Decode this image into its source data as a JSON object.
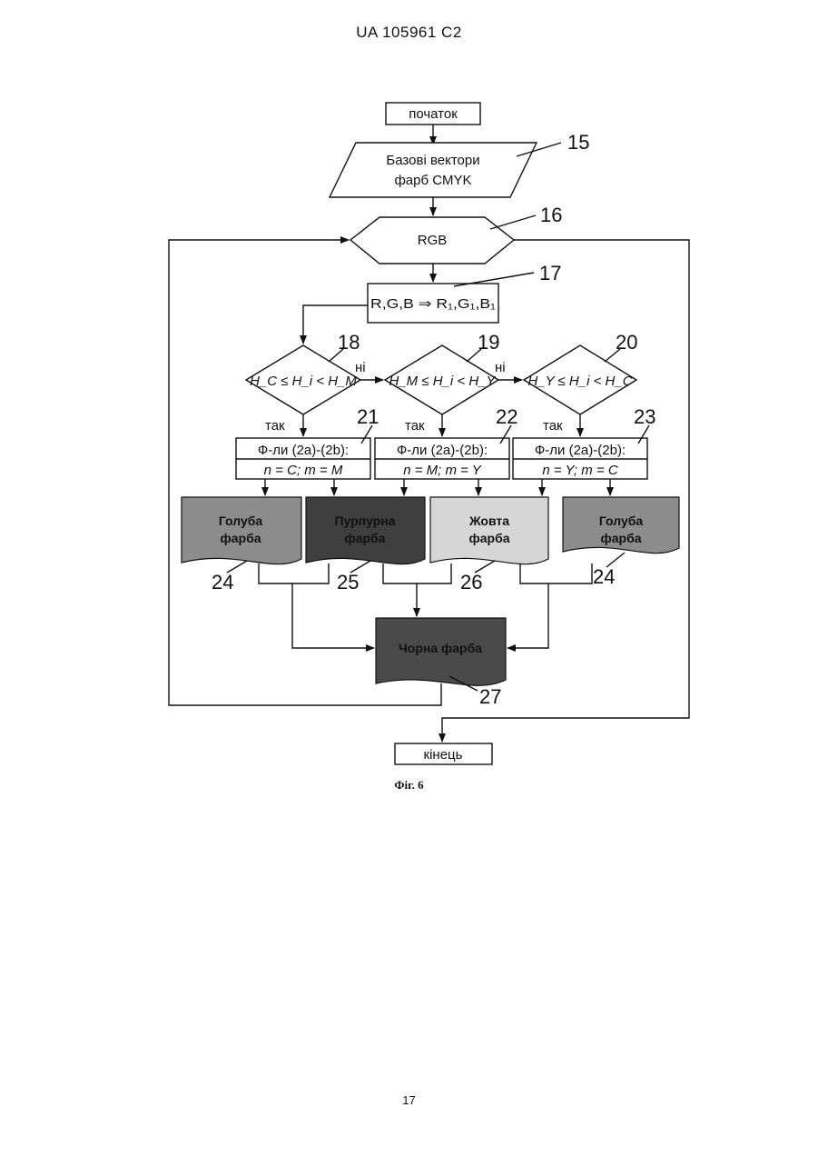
{
  "header": {
    "title": "UA   105961   C2"
  },
  "footer": {
    "page_number": "17"
  },
  "figure": {
    "caption": "Фіг. 6",
    "start": "початок",
    "end": "кінець",
    "input": {
      "line1": "Базові вектори",
      "line2": "фарб CMYK",
      "ref": "15"
    },
    "rgb": {
      "label": "RGB",
      "ref": "16"
    },
    "transform": {
      "label": "R,G,B ⇒ R₁,G₁,B₁",
      "ref": "17"
    },
    "decisions": [
      {
        "label": "H_C ≤ H_i < H_M",
        "ref": "18",
        "no": "ні",
        "yes": "так"
      },
      {
        "label": "H_M ≤ H_i < H_Y",
        "ref": "19",
        "no": "ні",
        "yes": "так"
      },
      {
        "label": "H_Y ≤ H_i < H_C",
        "ref": "20",
        "yes": "так"
      }
    ],
    "formulas": [
      {
        "line1": "Ф-ли (2a)-(2b):",
        "line2": "n = C;  m = M",
        "ref": "21"
      },
      {
        "line1": "Ф-ли (2a)-(2b):",
        "line2": "n = M;  m = Y",
        "ref": "22"
      },
      {
        "line1": "Ф-ли (2a)-(2b):",
        "line2": "n = Y;  m = C",
        "ref": "23"
      }
    ],
    "inks": [
      {
        "line1": "Голуба",
        "line2": "фарба",
        "ref": "24",
        "color": "#8c8c8c"
      },
      {
        "line1": "Пурпурна",
        "line2": "фарба",
        "ref": "25",
        "color": "#3f3f3f"
      },
      {
        "line1": "Жовта",
        "line2": "фарба",
        "ref": "26",
        "color": "#d6d6d6"
      },
      {
        "line1": "Голуба",
        "line2": "фарба",
        "ref": "24",
        "color": "#8c8c8c"
      }
    ],
    "black": {
      "label": "Чорна фарба",
      "ref": "27",
      "color": "#4a4a4a"
    }
  }
}
